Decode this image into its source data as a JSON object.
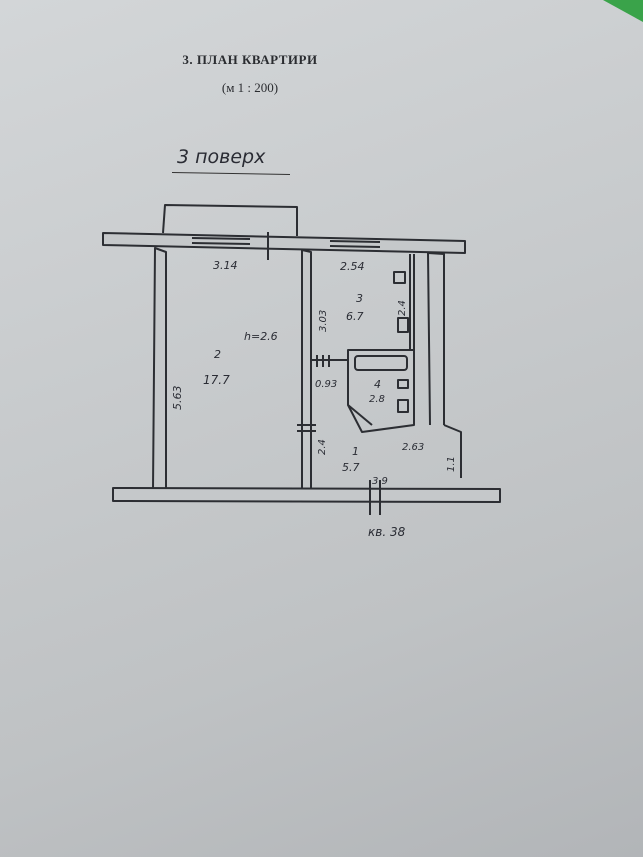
{
  "header": {
    "title": "3. ПЛАН КВАРТИРИ",
    "scale": "(м 1 : 200)"
  },
  "floor_label": "3 поверх",
  "plan": {
    "rooms": [
      {
        "number": "2",
        "area": "17.7",
        "height": "h=2.6",
        "dims": {
          "width": "3.14",
          "length": "5.63",
          "door_side": "2.4"
        }
      },
      {
        "number": "3",
        "area": "6.7",
        "dims": {
          "width": "2.54",
          "length": "3.03",
          "side": "2.4"
        }
      },
      {
        "number": "4",
        "area": "2.8"
      },
      {
        "number": "1",
        "area": "5.7",
        "dims": {
          "top": "2.63",
          "bottom": "3.9",
          "side": "1.1",
          "corridor": "0.93"
        }
      }
    ],
    "apartment_label": "кв. 38"
  }
}
